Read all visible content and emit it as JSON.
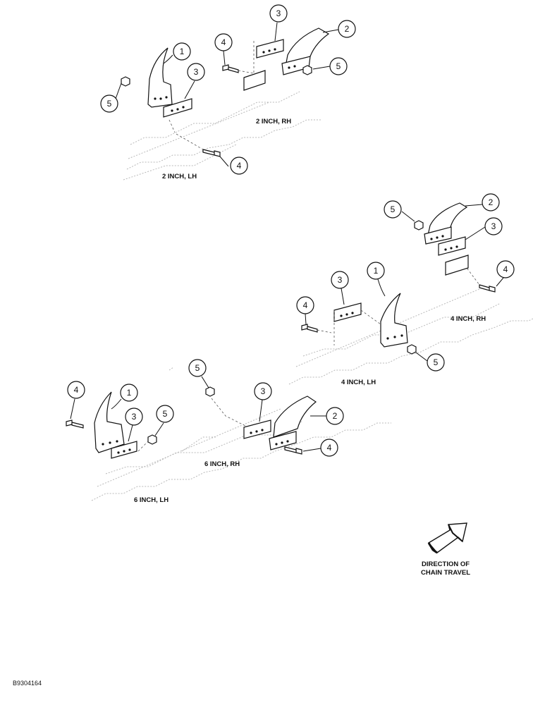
{
  "groups": {
    "g2lh": "2 INCH, LH",
    "g2rh": "2 INCH, RH",
    "g4rh": "4 INCH, RH",
    "g4lh": "4 INCH, LH",
    "g6rh": "6 INCH, RH",
    "g6lh": "6 INCH, LH"
  },
  "callout_numbers": [
    "1",
    "2",
    "3",
    "4",
    "5"
  ],
  "direction": {
    "line1": "DIRECTION OF",
    "line2": "CHAIN TRAVEL"
  },
  "figure_code": "B9304164",
  "colors": {
    "ink": "#111111",
    "chain_ghost": "#b9b9b9",
    "background": "#ffffff"
  }
}
